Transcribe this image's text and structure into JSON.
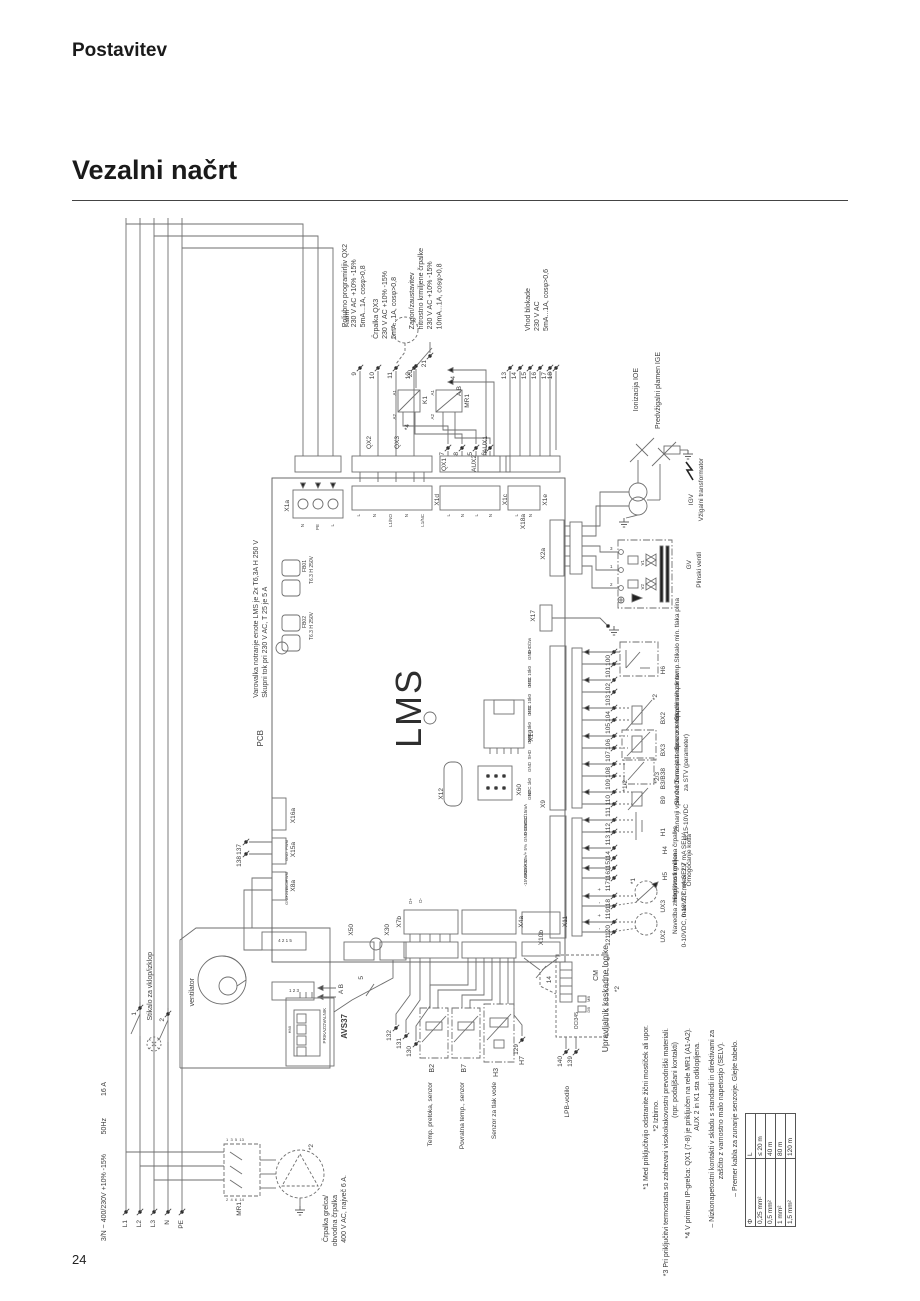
{
  "page": {
    "header": "Postavitev",
    "title": "Vezalni načrt",
    "number": "24"
  },
  "supply": {
    "spec": "3/N ~ 400/230V +10% -15%",
    "freq": "50Hz",
    "current": "16 A",
    "lines": [
      "L1",
      "L2",
      "L3",
      "N",
      "PE"
    ],
    "switch": "Stikalo za vklop/izklop",
    "sw1": "1",
    "sw2": "2"
  },
  "mr1": {
    "id": "MR1",
    "pins_in": "1  3  5  13",
    "pins_out": "2  4  6  14"
  },
  "pump": {
    "l1": "Črpalka grelca/",
    "l2": "obvodna črpalka",
    "l3": "400 V AC, največ 6 A.",
    "note": "*2"
  },
  "fan": {
    "label": "ventilator",
    "pins": "4 2 1 5",
    "pins2": "1 2 3",
    "ab": "A B"
  },
  "hmi": {
    "id": "AVS37",
    "line1": "HMI",
    "line2": "PRIKAZOVALNIK",
    "bundle": "5"
  },
  "pcb": {
    "label": "PCB",
    "chip": "LMS",
    "note1": "Varovalka notranje enote LMS je 2x T6,3A H 250 V",
    "note2": "Skupni tok pri 230 V AC, T 25 je 5 A",
    "fb1": "FB01",
    "fb2": "FB02",
    "fuse": "T6.3 H 250V"
  },
  "conn": {
    "x1a": "X1a",
    "x1d": "X1d",
    "x1c": "X1c",
    "x1e": "X1e",
    "x18a": "X18a",
    "x2a": "X2a",
    "x17": "X17",
    "x19": "X19",
    "x12": "X12",
    "x60": "X60",
    "x9": "X9",
    "x10b": "X10b",
    "x11": "X11",
    "x16a": "X16a",
    "x15a": "X15a",
    "x8a": "X8a",
    "x50": "X50",
    "x30": "X30",
    "x7b": "X7b",
    "x4a": "X4a",
    "qx2": "QX2",
    "qx3": "QX3",
    "qx1": "QX1",
    "aux2": "AUX2",
    "aux1": "AUX1"
  },
  "pins": {
    "x1a": [
      "N",
      "PE",
      "L"
    ],
    "x1d": [
      "L",
      "N",
      "L1/NO",
      "N",
      "L1/NC"
    ],
    "x1c": [
      "L",
      "N",
      "L",
      "N"
    ],
    "x1e": [
      "L",
      "N"
    ],
    "x18a": [
      "L",
      "N"
    ],
    "x15a": [
      "PWM",
      "GND"
    ],
    "x8a": [
      "PWM",
      "TACH",
      "+24V",
      "GND"
    ],
    "x7b": [
      "D+",
      "D-"
    ],
    "gv": [
      "3",
      "1",
      "2"
    ],
    "a1": "A1",
    "a2": "A2"
  },
  "top": {
    "qx2": {
      "t": "Poljubno programirljiv QX2",
      "l1": "230 V AC +10% -15%",
      "l2": "5mA...1A, cosφ>0,8"
    },
    "qx3": {
      "t": "Črpalka QX3",
      "l1": "230 V AC +10% -15%",
      "l2": "5mA...1A, cosφ>0,8"
    },
    "ss": {
      "t": "Zagon/zaustavitev",
      "t2": "hitrostno krmiljene črpalke",
      "l1": "230 V AC +10% -15%",
      "l2": "10mA...1A, cosφ>0,8"
    },
    "blk": {
      "t": "Vhod blokade",
      "l1": "230 V AC",
      "l2": "5mA...1A, cosφ>0,6"
    },
    "alarm": "Alarm",
    "k1": "K1",
    "mr1": "MR1",
    "n4": "*4",
    "ab": "A B",
    "wqx": [
      "9",
      "10",
      "11",
      "12"
    ],
    "wss": [
      "20",
      "21"
    ],
    "wqx1": [
      "7",
      "8",
      "5",
      "6"
    ],
    "wblk": [
      "13",
      "14",
      "15",
      "16",
      "17",
      "18"
    ]
  },
  "ign": {
    "ion": "Ionizacija IOE",
    "flame": "Predvžigalni plamen IGE",
    "trid": "IGV",
    "tr": "Vžigalni transformator",
    "gvid": "GV",
    "gv": "Plinski ventil",
    "v1": "V1",
    "v2": "V2"
  },
  "rows": [
    {
      "id": "H6",
      "label": "Stikalo min. tlaka plina",
      "w": [
        "100",
        "101"
      ]
    },
    {
      "id": "",
      "label": "",
      "w": [
        "102",
        "103"
      ]
    },
    {
      "id": "BX2",
      "label": "Glavni senzor temp.",
      "note": "*2",
      "w": [
        "104",
        "105"
      ]
    },
    {
      "id": "BX3",
      "label": "Senzor temp. dimnih plinov",
      "w": [
        "106",
        "107"
      ]
    },
    {
      "id": "B3/B38",
      "label": "Termostat ali senzor temp.",
      "label2": "za STV (parameter)",
      "note": "*2/3",
      "w": [
        "108",
        "109"
      ]
    },
    {
      "id": "B9",
      "label": "Senzor zunanje temp.",
      "note": "*1/2",
      "w": [
        "110",
        "111"
      ]
    },
    {
      "id": "H1",
      "label": "Zunanji vpliv 0-10",
      "label2": "0,15-10VDC",
      "w": [
        "112",
        "113"
      ]
    },
    {
      "id": "H5",
      "id2": "H4",
      "label": "Omogočanje kotla",
      "note": "*1",
      "w": [
        "114",
        "115",
        "116",
        "117"
      ]
    },
    {
      "id": "UX3",
      "label": "Hitrostno krmiljena črpalka",
      "label2": "0-10VDC, max. 2,7 mA SELV",
      "w": [
        "118",
        "119"
      ],
      "sp": "+",
      "sm": "-"
    },
    {
      "id": "UX2",
      "label": "Navedba zmogljivosti grelca",
      "label2": "0-10VDC, max. 2,7 mA SELV",
      "w": [
        "120",
        "121"
      ],
      "sp": "+",
      "sm": "-"
    }
  ],
  "x9pins": [
    "SHD/2w",
    "GND",
    "NTC 10k0",
    "GND",
    "NTC 10k0",
    "GND",
    "NTC 10k0",
    "GND",
    "SHD",
    "GND",
    "NTC 1k0",
    "GND"
  ],
  "x10pins": [
    "15VDC/15mA",
    "0-10VDC",
    "GND",
    "+15VDC -/+ 5%",
    "-15VDC -/+ 5%",
    "GND"
  ],
  "bottom": {
    "b2": "B2",
    "b2l": "Temp. pretoka, senzor",
    "b7": "B7",
    "b7l": "Povratna temp., senzor",
    "h3": "H3",
    "h3l": "Senzor za tlak vode",
    "h7": "H7",
    "w129": "129",
    "w130": "130",
    "w131": "131",
    "w132": "132",
    "w137": "137",
    "w138": "138",
    "bundle": "14",
    "bundle5": "5"
  },
  "cascade": {
    "t": "Upravljalnik kaskadne logike",
    "note": "*2",
    "cm": "CM",
    "oci": "OCI345",
    "mb": "MB",
    "db": "DB",
    "lpb": "LPB-vodilo",
    "w139": "139",
    "w140": "140"
  },
  "fn": {
    "f1": "*1 Med priključitvijo odstranite žični mostiček ali upor.",
    "f2": "*2 Izbirno.",
    "f3a": "*3 Pri priključitvi termostata so zahtevani visokokakovostni prevodniški materiali.",
    "f3b": "(npr. podaljšani kontakti)",
    "f4a": "*4 V primeru IP-grelca: QX1 (7-8) je priključen na rele MR1 (A1-A2).",
    "f4b": "AUX 2 in K1 sta odklopljena.",
    "f5a": "–  Nizkonapetostni kontakti v skladu s standardi in direktivami za",
    "f5b": "zaščito z varnostno malo napetostjo (SELV).",
    "f6": "–  Premer kabla za zunanje senzorje. Glejte tabelo."
  },
  "table": {
    "c1": "Φ",
    "c2": "L",
    "rows": [
      [
        "0,25 mm²",
        "≤ 20 m"
      ],
      [
        "0,5 mm²",
        "40 m"
      ],
      [
        "1 mm²",
        "80 m"
      ],
      [
        "1,5 mm²",
        "120 m"
      ]
    ]
  }
}
